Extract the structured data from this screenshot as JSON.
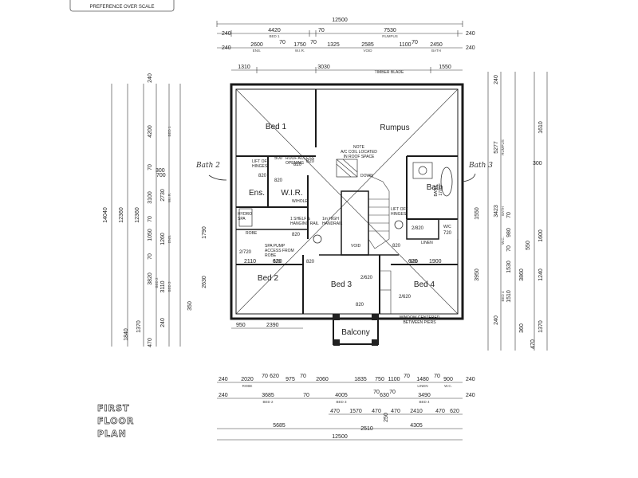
{
  "header_stamp": "PREFERENCE OVER SCALE",
  "plan_title": [
    "FIRST",
    "FLOOR",
    "PLAN"
  ],
  "rooms": {
    "bed1": "Bed 1",
    "rumpus": "Rumpus",
    "ens": "Ens.",
    "wir": "W.I.R.",
    "bath": "Bath",
    "bed2": "Bed 2",
    "bed3": "Bed 3",
    "bed4": "Bed 4",
    "balcony": "Balcony"
  },
  "handwritten": {
    "left": "Bath 2",
    "right": "Bath 3"
  },
  "notes": {
    "timber_blade": "TIMBER BLADE",
    "note": "NOTE",
    "ac_coil": "A/C COIL LOCATED",
    "roof_space": "IN ROOF SPACE",
    "lift_off_hinges_left": "LIFT OFF",
    "hinges": "HINGES",
    "lift_off_hinges_right": "LIFT OFF",
    "roof_access": "ROOF ACCESS",
    "opening": "OPENING",
    "w_hole": "W/HOLE",
    "shelf": "1 SHELF &",
    "hanging_rail": "HANGING RAIL",
    "high_handrail": "1m HIGH",
    "handrail": "HANDRAIL",
    "down": "DOWN",
    "void": "VOID",
    "robe": "ROBE",
    "linen": "LINEN",
    "wc": "W/C",
    "hydro_spa": "HYDRO",
    "spa": "SPA",
    "spa_pump": "SPA PUMP",
    "access_from": "ACCESS FROM",
    "robe2": "ROBE",
    "window_centered": "WINDOW CENTERED",
    "between_piers": "BETWEEN PIERS",
    "bath_label": "BATH",
    "bath_size": "1700"
  },
  "doors": {
    "d1": "820",
    "d2": "820",
    "d3": "820",
    "d4": "820",
    "d5": "820",
    "d6": "2/720",
    "d7": "620",
    "d8": "2/620",
    "d9": "2/820",
    "d10": "820",
    "d11": "2/620",
    "d12": "620",
    "d13": "820",
    "d14": "720",
    "d15": "500",
    "d16": "820"
  },
  "top_dims": {
    "overall": "12500",
    "row2": [
      "240",
      "4420",
      "70",
      "7530",
      "240"
    ],
    "row2_sub": [
      "BED 1",
      "RUMPUS"
    ],
    "row3": [
      "240",
      "2600",
      "70",
      "1750",
      "70",
      "1325",
      "2585",
      "1100",
      "70",
      "2450",
      "240"
    ],
    "row3_sub": [
      "ENS.",
      "W.I.R.",
      "VOID",
      "BATH"
    ],
    "row4": [
      "1310",
      "3030",
      "1550"
    ]
  },
  "bottom_dims": {
    "row1": [
      "240",
      "2020",
      "70",
      "620",
      "975",
      "70",
      "2060",
      "1835",
      "750",
      "1100",
      "70",
      "1480",
      "70",
      "900",
      "240"
    ],
    "row1_sub": [
      "ROBE",
      "LINEN",
      "W.C."
    ],
    "row2": [
      "240",
      "3685",
      "70",
      "4005",
      "70",
      "630",
      "70",
      "3490",
      "240"
    ],
    "row2_sub": [
      "BED 2",
      "BED 3",
      "BED 4"
    ],
    "row3": [
      "470",
      "1570",
      "470",
      "250",
      "470",
      "2410",
      "470",
      "620"
    ],
    "row4": [
      "5685",
      "2510",
      "4305"
    ],
    "overall": "12500"
  },
  "left_dims": {
    "overall": "14040",
    "inner": "12360",
    "inner2": "12360",
    "a": [
      "240",
      "4200",
      "70",
      "3100",
      "70",
      "1050",
      "70",
      "3820",
      "3110",
      "240",
      "470"
    ],
    "b": [
      "2730",
      "1260",
      "1790",
      "2630",
      "350",
      "1840",
      "1370"
    ],
    "sub": [
      "BED 1",
      "W.I.R.",
      "ENS.",
      "BED 2",
      "BED 3"
    ],
    "extra": [
      "300",
      "700"
    ]
  },
  "right_dims": {
    "a": [
      "240",
      "5277",
      "1610",
      "300",
      "3423",
      "70",
      "1550",
      "980",
      "70",
      "1530",
      "3860",
      "1510",
      "240",
      "360",
      "470"
    ],
    "b": [
      "3950",
      "550",
      "1600",
      "1370",
      "1240"
    ],
    "sub": [
      "RUMPUS",
      "BATH",
      "W.C.",
      "BED 4"
    ]
  },
  "interior_dims": {
    "bed2_w": "2110",
    "bed2_w2": "620",
    "bed4_w": "620",
    "bed4_w2": "1900",
    "bal_l": "950",
    "bal_w": "2390"
  }
}
